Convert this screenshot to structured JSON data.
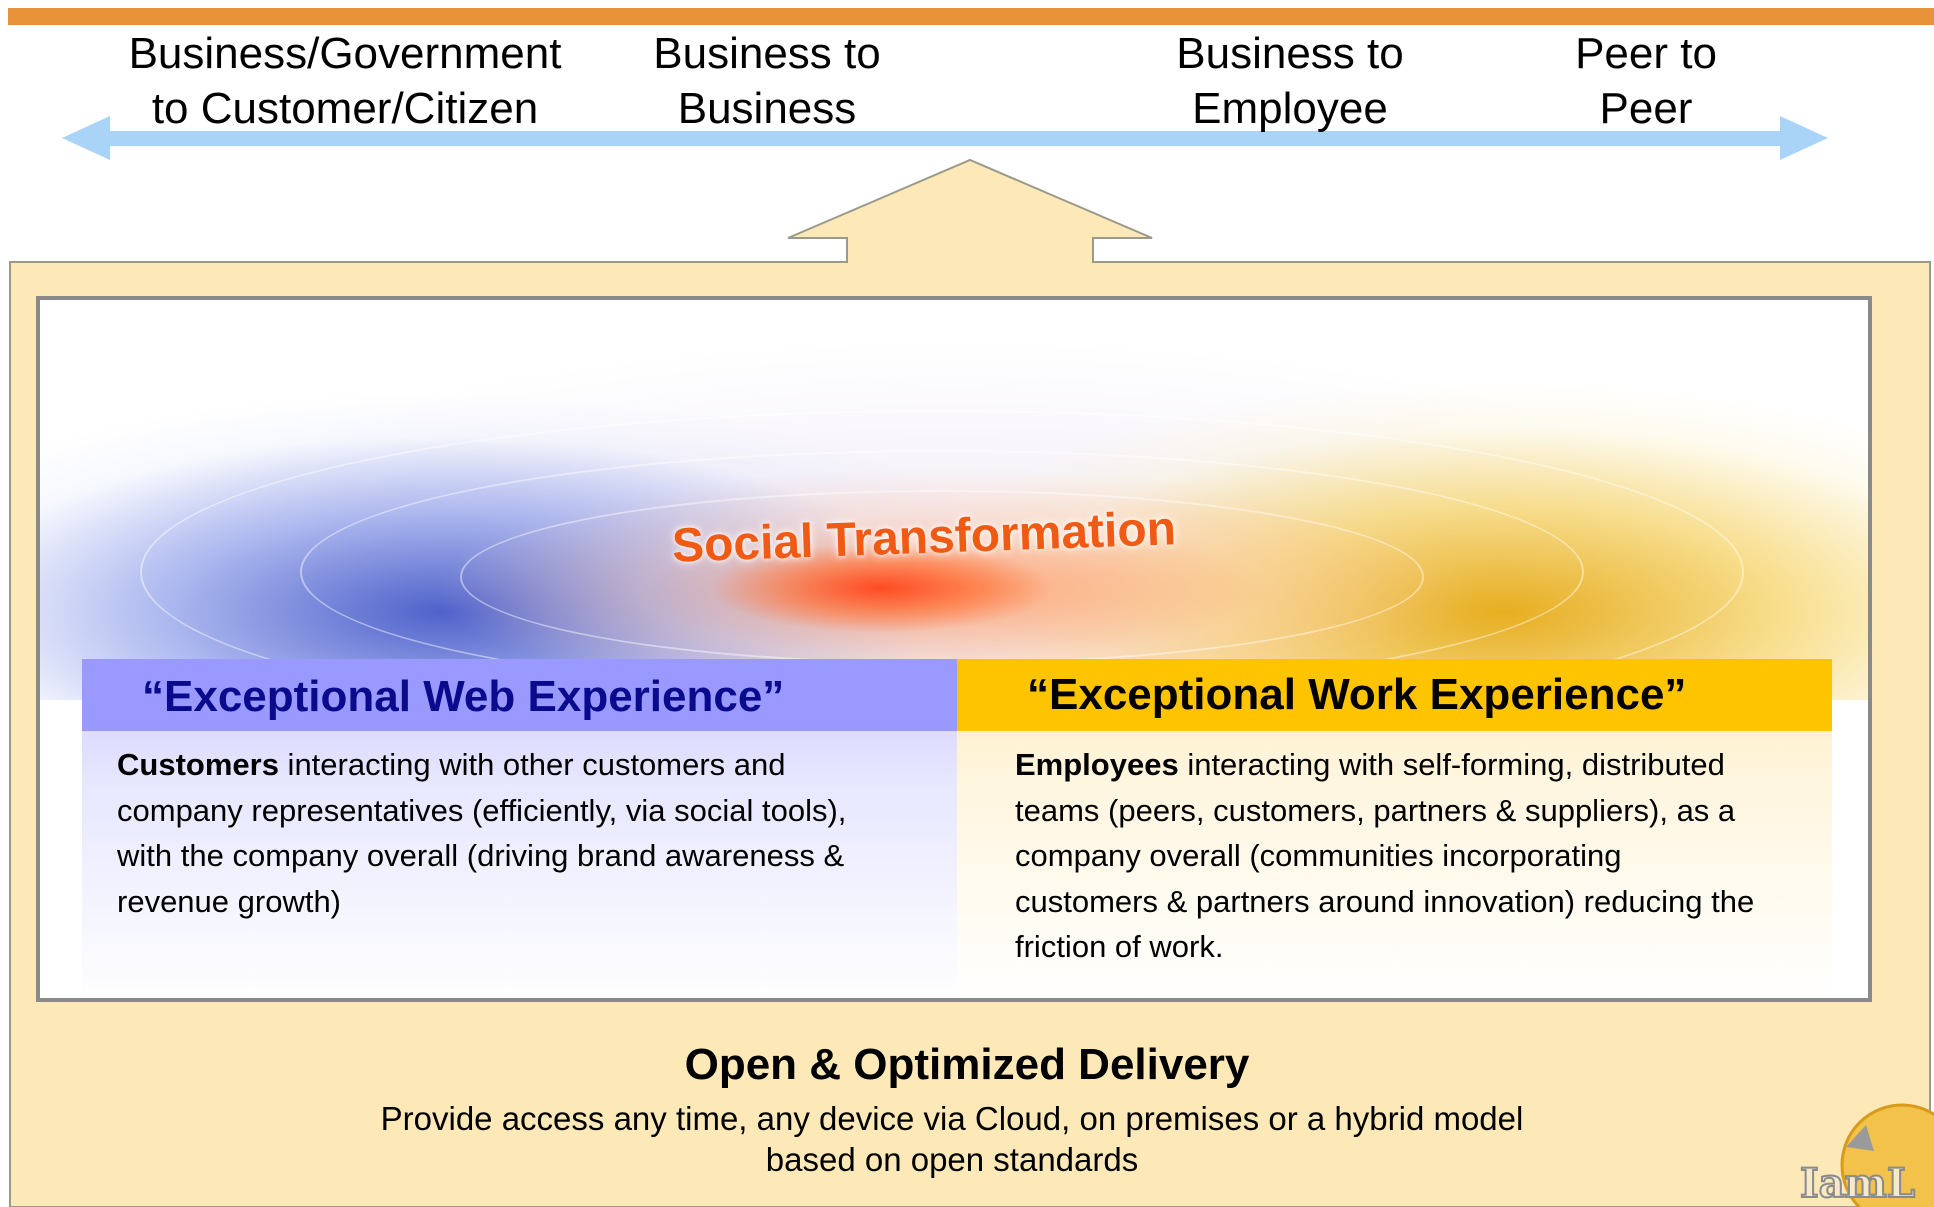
{
  "audiences": [
    {
      "line1": "Business/Government",
      "line2": "to Customer/Citizen"
    },
    {
      "line1": "Business to",
      "line2": "Business"
    },
    {
      "line1": "Business to",
      "line2": "Employee"
    },
    {
      "line1": "Peer to",
      "line2": "Peer"
    }
  ],
  "banner": {
    "title": "Social Transformation"
  },
  "web_experience": {
    "heading": "“Exceptional Web Experience”",
    "subject": "Customers",
    "lines": [
      " interacting with other customers and",
      "company representatives (efficiently, via social tools),",
      "with the company overall (driving brand awareness &",
      "revenue growth)"
    ]
  },
  "work_experience": {
    "heading": "“Exceptional Work Experience”",
    "subject": "Employees",
    "lines": [
      " interacting with self-forming, distributed",
      "teams (peers, customers, partners & suppliers), as a",
      "company overall (communities incorporating",
      "customers & partners around innovation) reducing the",
      "friction of work."
    ]
  },
  "delivery": {
    "title": "Open & Optimized Delivery",
    "line1": "Provide access any time, any device via Cloud, on premises or a hybrid model",
    "line2": "based on open standards"
  },
  "logo": {
    "text": "IamL"
  },
  "colors": {
    "top_bar": "#e8923a",
    "arrow": "#a9d3f7",
    "frame": "#fde9b8",
    "web_header": "#9999ff",
    "web_header_text": "#0a0a8c",
    "work_header": "#ffc400",
    "banner_title": "#f05a14"
  }
}
